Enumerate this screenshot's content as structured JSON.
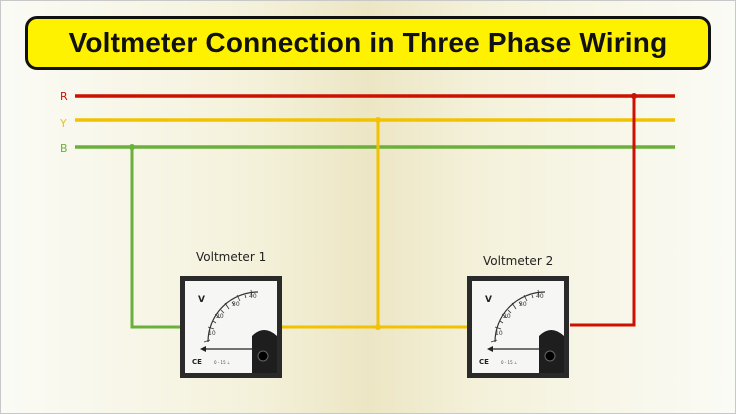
{
  "title": "Voltmeter Connection in Three Phase Wiring",
  "phases": {
    "r": {
      "label": "R",
      "color": "#cc1100"
    },
    "y": {
      "label": "Y",
      "color": "#f2c200"
    },
    "b": {
      "label": "B",
      "color": "#6ab03a"
    }
  },
  "meters": [
    {
      "label": "Voltmeter 1",
      "unit": "V",
      "scale": [
        "10",
        "20",
        "30",
        "40"
      ],
      "mark": "CE",
      "spec": "0 - 15 ⊥"
    },
    {
      "label": "Voltmeter 2",
      "unit": "V",
      "scale": [
        "10",
        "20",
        "30",
        "40"
      ],
      "mark": "CE",
      "spec": "0 - 15 ⊥"
    }
  ]
}
